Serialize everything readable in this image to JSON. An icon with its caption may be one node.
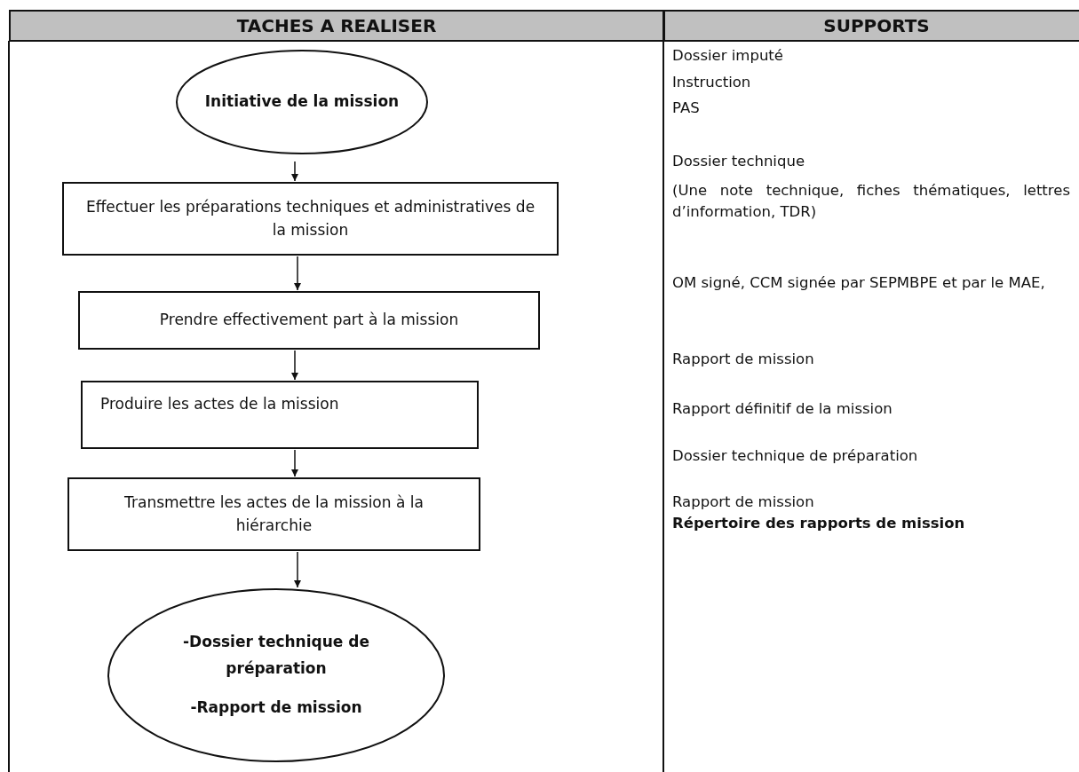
{
  "diagram": {
    "nodes": [
      {
        "text": [
          "Initiative de la mission"
        ]
      },
      {
        "text": [
          "Effectuer les préparations techniques et administratives de la mission"
        ]
      },
      {
        "text": [
          "Prendre effectivement part à la mission"
        ]
      },
      {
        "text": [
          "Produire les actes de la mission"
        ]
      },
      {
        "text": [
          "Transmettre les actes de la mission à la hiérarchie"
        ]
      },
      {
        "text": [
          "-Dossier technique de préparation",
          "-Rapport de mission"
        ]
      }
    ],
    "edges": [
      {
        "from": 0,
        "to": 1,
        "arrow": "to"
      },
      {
        "from": 1,
        "to": 2,
        "arrow": "to"
      },
      {
        "from": 2,
        "to": 3,
        "arrow": "to"
      },
      {
        "from": 3,
        "to": 4,
        "arrow": "to"
      },
      {
        "from": 4,
        "to": 5,
        "arrow": "to"
      }
    ],
    "labels": [
      "TACHES A REALISER",
      "SUPPORTS",
      "Dossier imputé",
      "Instruction",
      "PAS",
      "Dossier technique",
      "(Une note technique, fiches thématiques, lettres d’information, TDR)",
      "OM signé, CCM signée par SEPMBPE et par le MAE,",
      "Rapport de mission",
      "Rapport définitif de la mission",
      "Dossier technique de préparation",
      "Rapport de mission",
      "Répertoire des rapports de mission"
    ]
  }
}
